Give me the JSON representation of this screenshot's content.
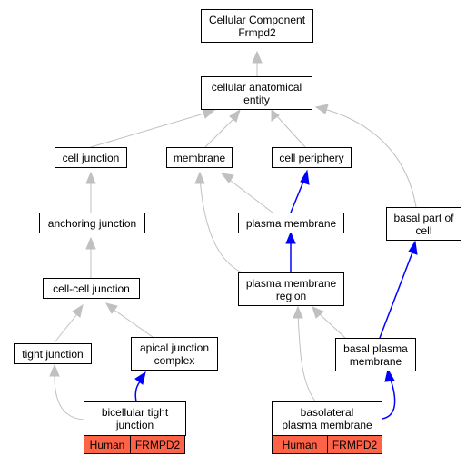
{
  "nodes": {
    "cellular_component": {
      "line1": "Cellular Component",
      "line2": "Frmpd2"
    },
    "cellular_anatomical_entity": {
      "line1": "cellular anatomical",
      "line2": "entity"
    },
    "cell_junction": {
      "label": "cell junction"
    },
    "membrane": {
      "label": "membrane"
    },
    "cell_periphery": {
      "label": "cell periphery"
    },
    "anchoring_junction": {
      "label": "anchoring junction"
    },
    "plasma_membrane": {
      "label": "plasma membrane"
    },
    "basal_part_of_cell": {
      "line1": "basal part of",
      "line2": "cell"
    },
    "cell_cell_junction": {
      "label": "cell-cell junction"
    },
    "plasma_membrane_region": {
      "line1": "plasma membrane",
      "line2": "region"
    },
    "tight_junction": {
      "label": "tight junction"
    },
    "apical_junction_complex": {
      "line1": "apical junction",
      "line2": "complex"
    },
    "basal_plasma_membrane": {
      "line1": "basal plasma",
      "line2": "membrane"
    },
    "bicellular_tight_junction": {
      "line1": "bicellular tight",
      "line2": "junction"
    },
    "basolateral_plasma_membrane": {
      "line1": "basolateral",
      "line2": "plasma membrane"
    }
  },
  "annotations": {
    "bicellular": {
      "species": "Human",
      "gene": "FRMPD2"
    },
    "basolateral": {
      "species": "Human",
      "gene": "FRMPD2"
    }
  },
  "colors": {
    "gray_edge": "#c0c0c0",
    "blue_edge": "#0000ff",
    "annotation_fill": "#ff6347"
  }
}
